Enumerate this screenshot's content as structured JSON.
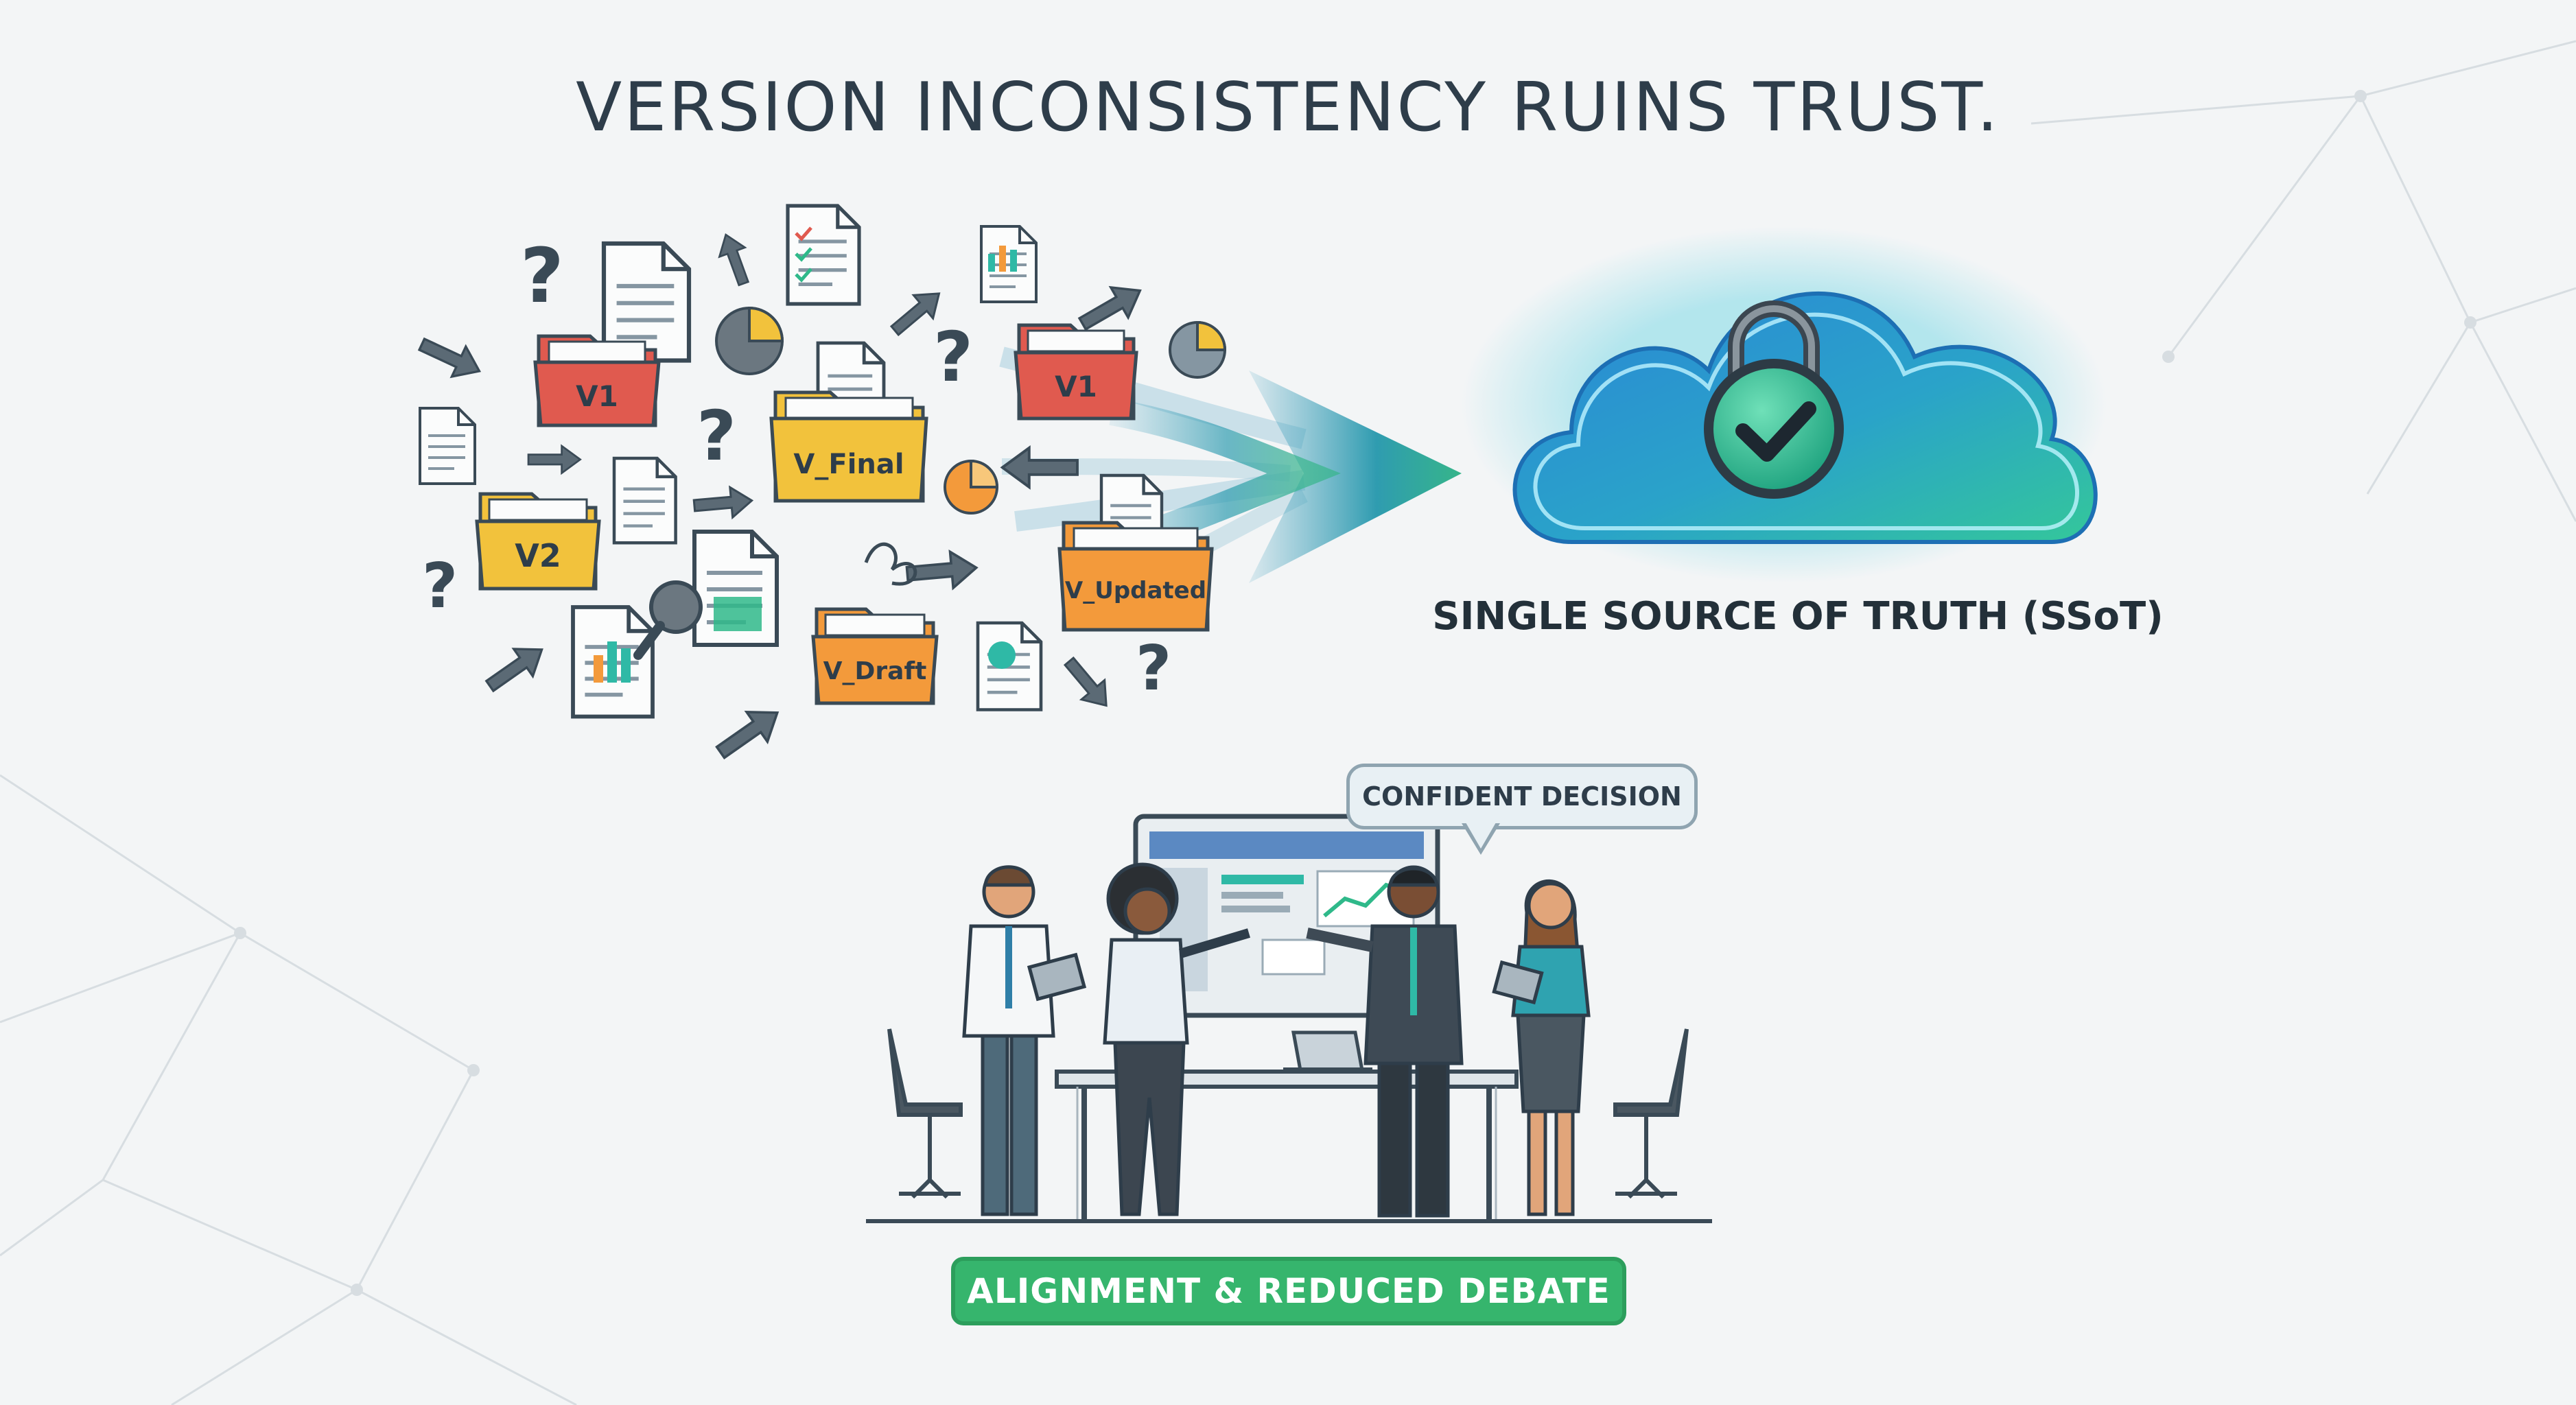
{
  "title": "VERSION INCONSISTENCY RUINS TRUST.",
  "folders": [
    {
      "label": "V1",
      "color": "#e05a4f"
    },
    {
      "label": "V_Final",
      "color": "#f2c23c"
    },
    {
      "label": "V1",
      "color": "#e05a4f"
    },
    {
      "label": "V2",
      "color": "#f2c23c"
    },
    {
      "label": "V_Updated",
      "color": "#f39a3b"
    },
    {
      "label": "V_Draft",
      "color": "#f39a3b"
    }
  ],
  "question_mark": "?",
  "ssot": {
    "label": "SINGLE SOURCE OF TRUTH (SSoT)"
  },
  "speech_bubble": {
    "text": "CONFIDENT DECISION"
  },
  "banner": {
    "text": "ALIGNMENT & REDUCED DEBATE"
  },
  "colors": {
    "accent_green": "#36b56d",
    "cloud_blue": "#2a8fd8",
    "cloud_teal": "#34c79a",
    "ink": "#2e3d4a"
  }
}
